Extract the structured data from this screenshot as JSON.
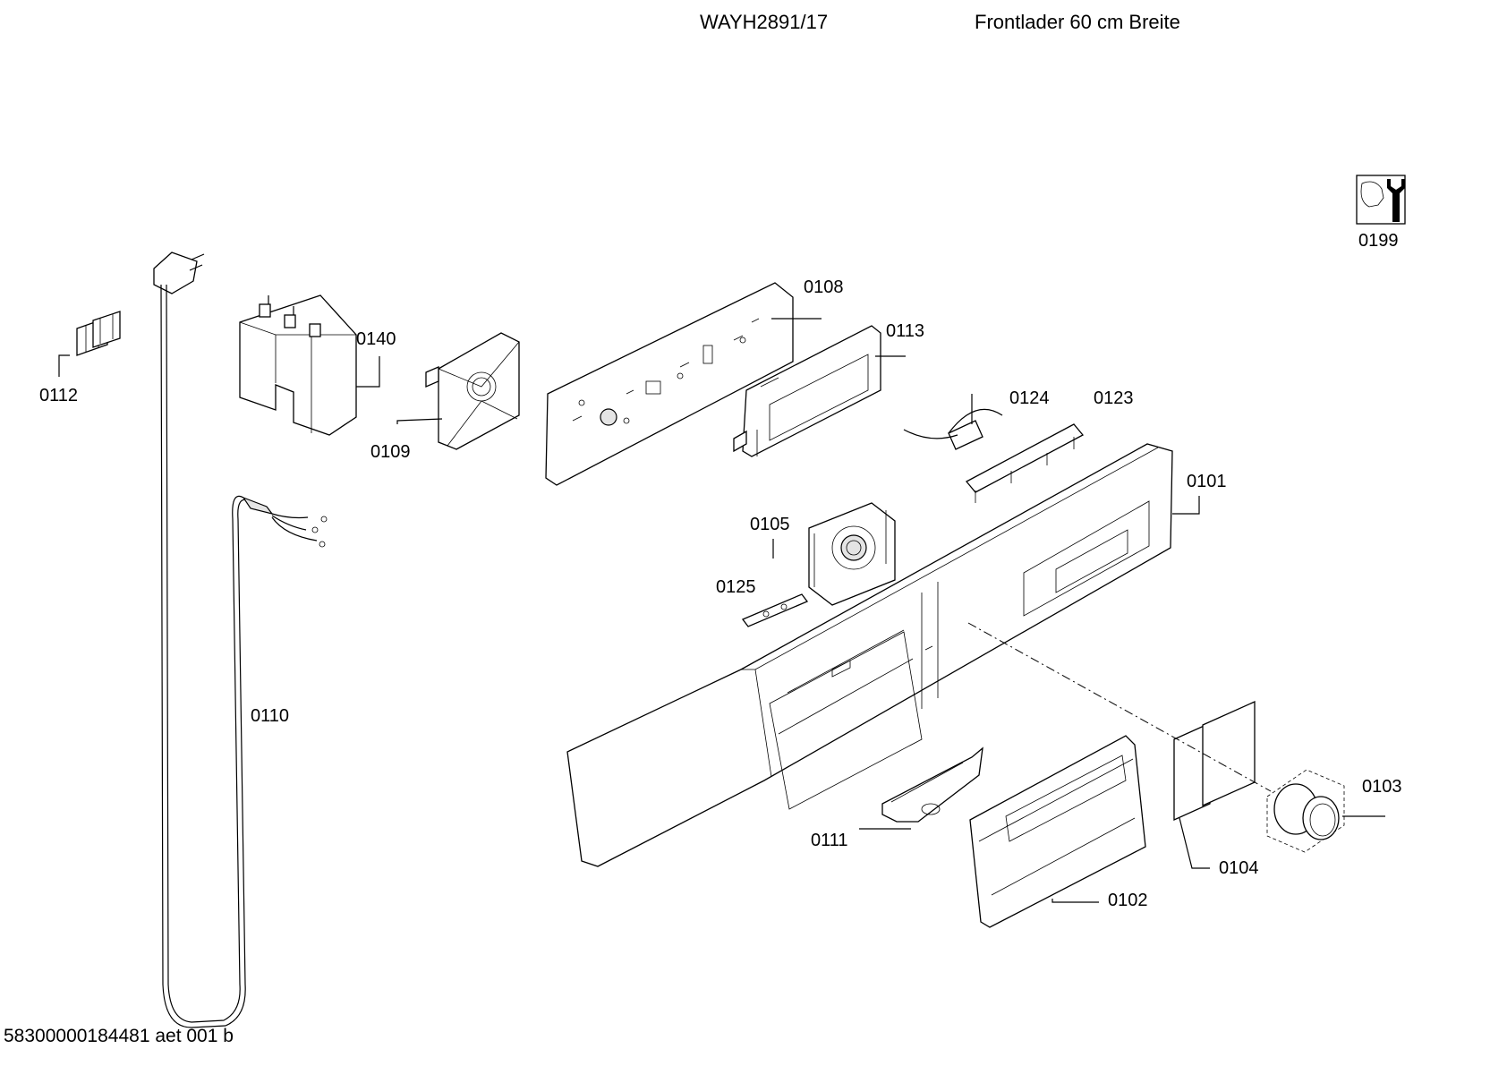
{
  "header": {
    "model": "WAYH2891/17",
    "description": "Frontlader 60 cm Breite"
  },
  "footer": {
    "document_id": "58300000184481 aet 001 b"
  },
  "parts": [
    {
      "label": "0199",
      "icon": "wrench-tool-icon"
    },
    {
      "label": "0112"
    },
    {
      "label": "0140"
    },
    {
      "label": "0109"
    },
    {
      "label": "0108"
    },
    {
      "label": "0113"
    },
    {
      "label": "0124"
    },
    {
      "label": "0123"
    },
    {
      "label": "0101"
    },
    {
      "label": "0105"
    },
    {
      "label": "0125"
    },
    {
      "label": "0110"
    },
    {
      "label": "0111"
    },
    {
      "label": "0102"
    },
    {
      "label": "0104"
    },
    {
      "label": "0103"
    }
  ]
}
